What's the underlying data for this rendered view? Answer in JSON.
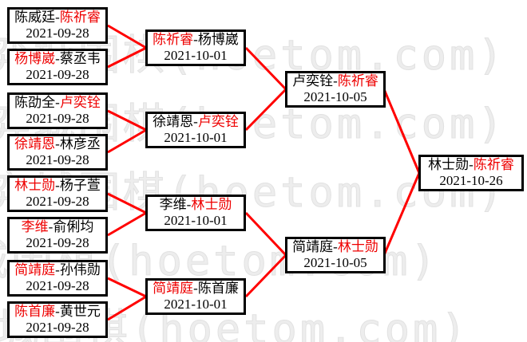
{
  "watermark": {
    "text": "弈城围棋(hoetom.com)"
  },
  "colors": {
    "accent_red": "#ee0000",
    "line_red": "#ff0000",
    "box_border": "#000000",
    "watermark_gray": "#ededed",
    "background": "#ffffff"
  },
  "bracket": {
    "r1": [
      {
        "p1": "陈威廷",
        "sep": "-",
        "p2": "陈祈睿",
        "date": "2021-09-28",
        "p1_win": false,
        "p2_win": true
      },
      {
        "p1": "杨博崴",
        "sep": "-",
        "p2": "蔡丞韦",
        "date": "2021-09-28",
        "p1_win": true,
        "p2_win": false
      },
      {
        "p1": "陈劭全",
        "sep": "-",
        "p2": "卢奕铨",
        "date": "2021-09-28",
        "p1_win": false,
        "p2_win": true
      },
      {
        "p1": "徐靖恩",
        "sep": "-",
        "p2": "林彦丞",
        "date": "2021-09-28",
        "p1_win": true,
        "p2_win": false
      },
      {
        "p1": "林士勋",
        "sep": "-",
        "p2": "杨子萱",
        "date": "2021-09-28",
        "p1_win": true,
        "p2_win": false
      },
      {
        "p1": "李维",
        "sep": "-",
        "p2": "俞俐均",
        "date": "2021-09-28",
        "p1_win": true,
        "p2_win": false
      },
      {
        "p1": "简靖庭",
        "sep": "-",
        "p2": "孙伟勋",
        "date": "2021-09-28",
        "p1_win": true,
        "p2_win": false
      },
      {
        "p1": "陈首廉",
        "sep": "-",
        "p2": "黄世元",
        "date": "2021-09-28",
        "p1_win": true,
        "p2_win": false
      }
    ],
    "r2": [
      {
        "p1": "陈祈睿",
        "sep": "-",
        "p2": "杨博崴",
        "date": "2021-10-01",
        "p1_win": true,
        "p2_win": false
      },
      {
        "p1": "徐靖恩",
        "sep": "-",
        "p2": "卢奕铨",
        "date": "2021-10-01",
        "p1_win": false,
        "p2_win": true
      },
      {
        "p1": "李维",
        "sep": "-",
        "p2": "林士勋",
        "date": "2021-10-01",
        "p1_win": false,
        "p2_win": true
      },
      {
        "p1": "简靖庭",
        "sep": "-",
        "p2": "陈首廉",
        "date": "2021-10-01",
        "p1_win": true,
        "p2_win": false
      }
    ],
    "r3": [
      {
        "p1": "卢奕铨",
        "sep": "-",
        "p2": "陈祈睿",
        "date": "2021-10-05",
        "p1_win": false,
        "p2_win": true
      },
      {
        "p1": "简靖庭",
        "sep": "-",
        "p2": "林士勋",
        "date": "2021-10-05",
        "p1_win": false,
        "p2_win": true
      }
    ],
    "final": [
      {
        "p1": "林士勋",
        "sep": "-",
        "p2": "陈祈睿",
        "date": "2021-10-26",
        "p1_win": false,
        "p2_win": true
      }
    ]
  }
}
